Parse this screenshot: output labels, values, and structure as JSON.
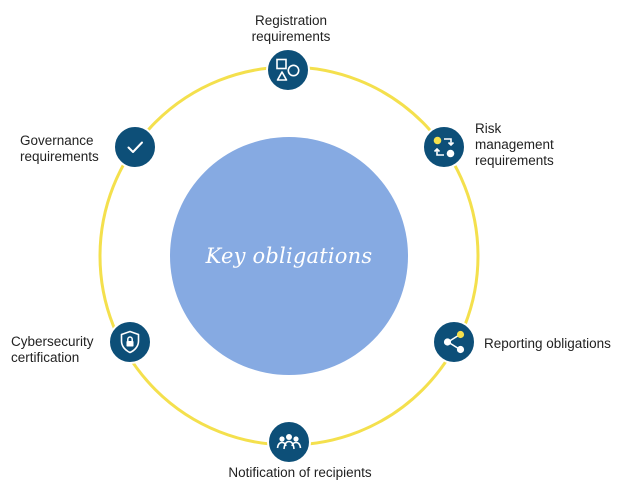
{
  "center": {
    "title": "Key obligations"
  },
  "colors": {
    "ring": "#f4e04d",
    "center_fill": "#86aae2",
    "node_fill": "#0d4f78",
    "node_icon": "#ffffff",
    "node_accent": "#f4e04d"
  },
  "nodes": [
    {
      "id": "registration",
      "label_lines": [
        "Registration",
        "requirements"
      ],
      "icon": "shapes-icon"
    },
    {
      "id": "risk",
      "label_lines": [
        "Risk",
        "management",
        "requirements"
      ],
      "icon": "process-flow-icon"
    },
    {
      "id": "reporting",
      "label_lines": [
        "Reporting obligations"
      ],
      "icon": "share-network-icon"
    },
    {
      "id": "notification",
      "label_lines": [
        "Notification of recipients"
      ],
      "icon": "group-people-icon"
    },
    {
      "id": "cybersecurity",
      "label_lines": [
        "Cybersecurity",
        "certification"
      ],
      "icon": "shield-lock-icon"
    },
    {
      "id": "governance",
      "label_lines": [
        "Governance",
        "requirements"
      ],
      "icon": "checkmark-icon"
    }
  ]
}
